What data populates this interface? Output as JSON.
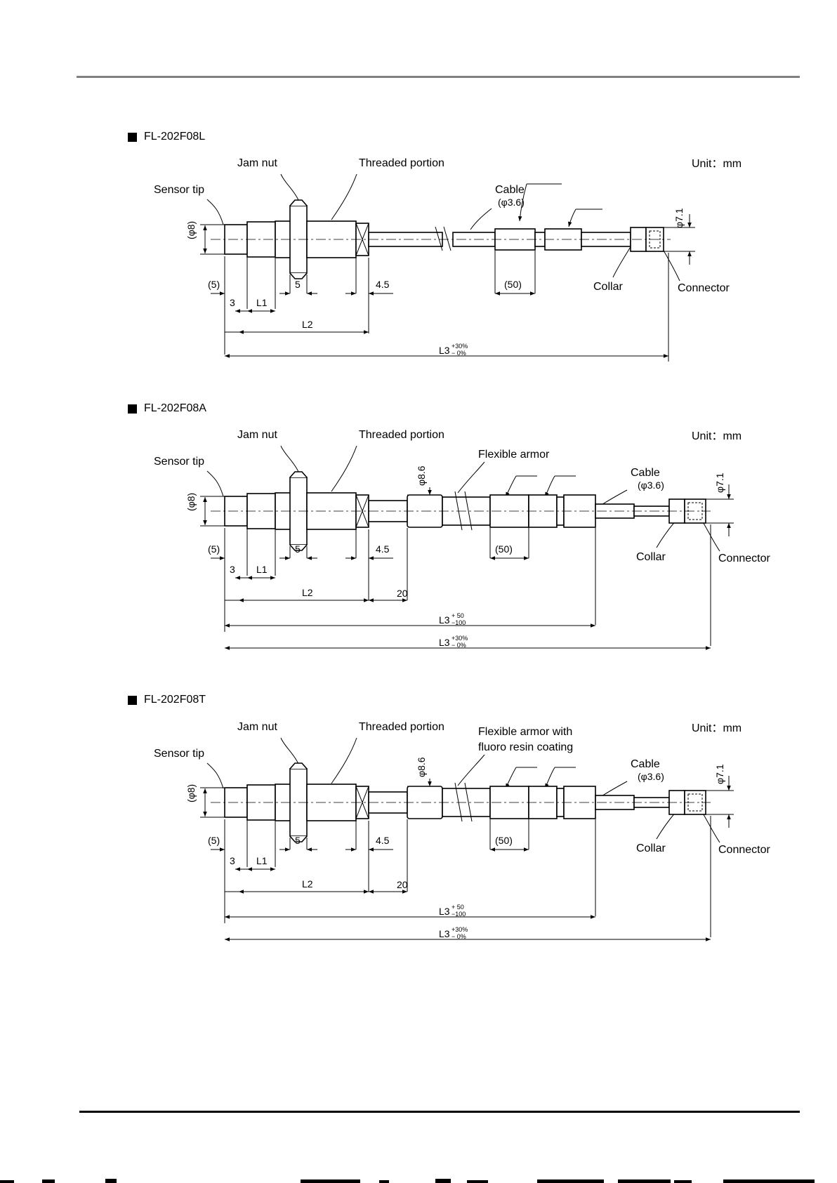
{
  "sections": [
    {
      "title": "FL-202F08L",
      "unit": "Unit：mm",
      "labels": {
        "jam_nut": "Jam nut",
        "threaded": "Threaded portion",
        "sensor_tip": "Sensor tip",
        "cable": "Cable",
        "cable_dia": "(φ3.6)",
        "collar": "Collar",
        "connector": "Connector"
      },
      "dims": {
        "d_tip": "(φ8)",
        "d_conn": "φ7.1",
        "d5": "(5)",
        "d3": "3",
        "l1": "L1",
        "five": "5",
        "four5": "4.5",
        "fifty": "(50)",
        "l2": "L2",
        "l3": "L3",
        "l3_tol_up": "+30%",
        "l3_tol_dn": "− 0%"
      }
    },
    {
      "title": "FL-202F08A",
      "unit": "Unit：mm",
      "labels": {
        "jam_nut": "Jam nut",
        "threaded": "Threaded portion",
        "sensor_tip": "Sensor tip",
        "armor": "Flexible armor",
        "cable": "Cable",
        "cable_dia": "(φ3.6)",
        "collar": "Collar",
        "connector": "Connector"
      },
      "dims": {
        "d_tip": "(φ8)",
        "d_armor": "φ8.6",
        "d_conn": "φ7.1",
        "d5": "(5)",
        "d3": "3",
        "l1": "L1",
        "five": "5",
        "four5": "4.5",
        "fifty": "(50)",
        "l2": "L2",
        "twenty": "20",
        "l3": "L3",
        "l3a_up": "+ 50",
        "l3a_dn": "−100",
        "l3b_up": "+30%",
        "l3b_dn": "− 0%"
      }
    },
    {
      "title": "FL-202F08T",
      "unit": "Unit：mm",
      "labels": {
        "jam_nut": "Jam nut",
        "threaded": "Threaded portion",
        "sensor_tip": "Sensor tip",
        "armor1": "Flexible armor with",
        "armor2": "fluoro resin coating",
        "cable": "Cable",
        "cable_dia": "(φ3.6)",
        "collar": "Collar",
        "connector": "Connector"
      },
      "dims": {
        "d_tip": "(φ8)",
        "d_armor": "φ8.6",
        "d_conn": "φ7.1",
        "d5": "(5)",
        "d3": "3",
        "l1": "L1",
        "five": "5",
        "four5": "4.5",
        "fifty": "(50)",
        "l2": "L2",
        "twenty": "20",
        "l3": "L3",
        "l3a_up": "+ 50",
        "l3a_dn": "−100",
        "l3b_up": "+30%",
        "l3b_dn": "− 0%"
      }
    }
  ]
}
